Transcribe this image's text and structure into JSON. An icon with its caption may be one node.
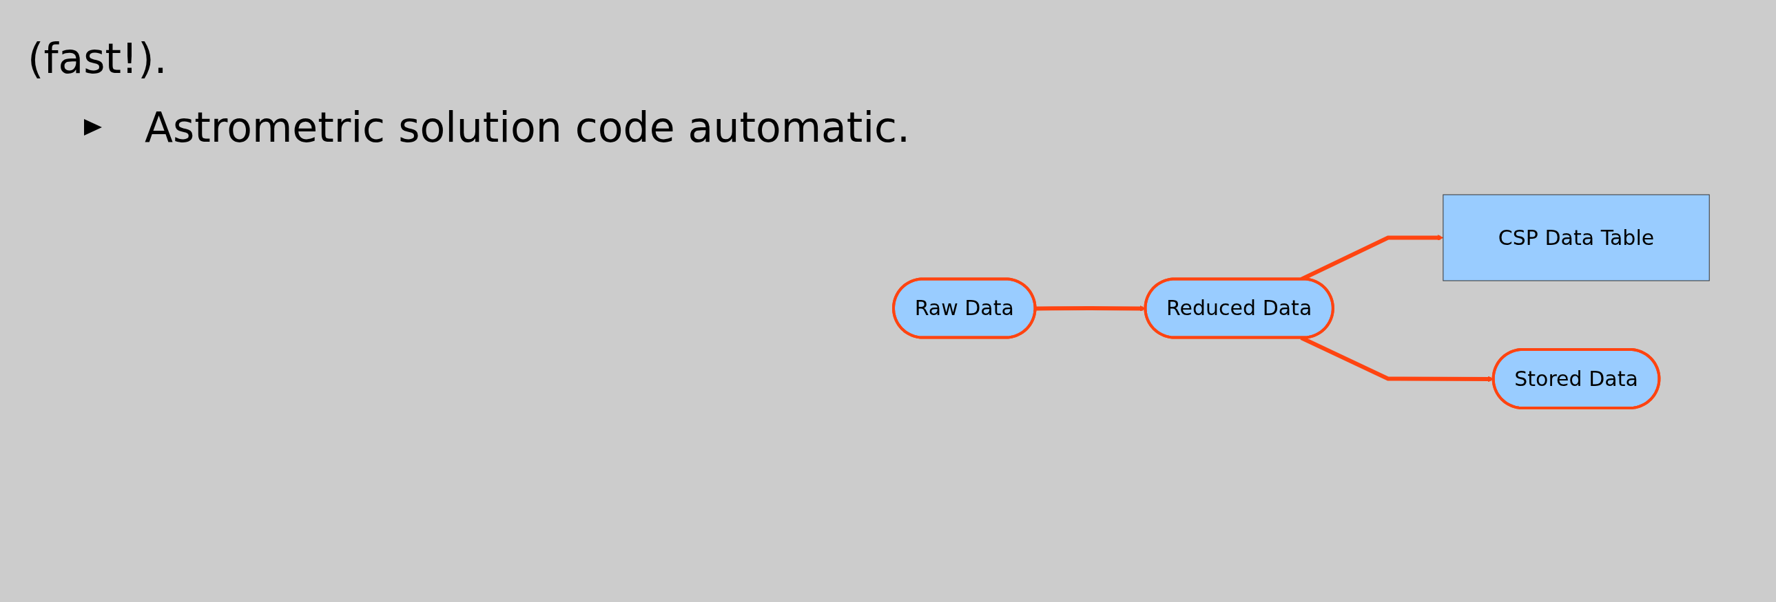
{
  "diagram": {
    "nodes": [
      {
        "text": [
          "Raw Data"
        ]
      },
      {
        "text": [
          "Reduced Data"
        ]
      },
      {
        "text": [
          "Stored Data"
        ]
      },
      {
        "text": [
          "CSP Data Table"
        ]
      }
    ],
    "edges": [
      {
        "from": 0,
        "to": 1,
        "arrow": "to"
      },
      {
        "from": 1,
        "to": 3,
        "arrow": "to"
      },
      {
        "from": 1,
        "to": 2,
        "arrow": "to"
      }
    ],
    "labels": [
      "(fast!).",
      "Astrometric solution code automatic."
    ]
  }
}
